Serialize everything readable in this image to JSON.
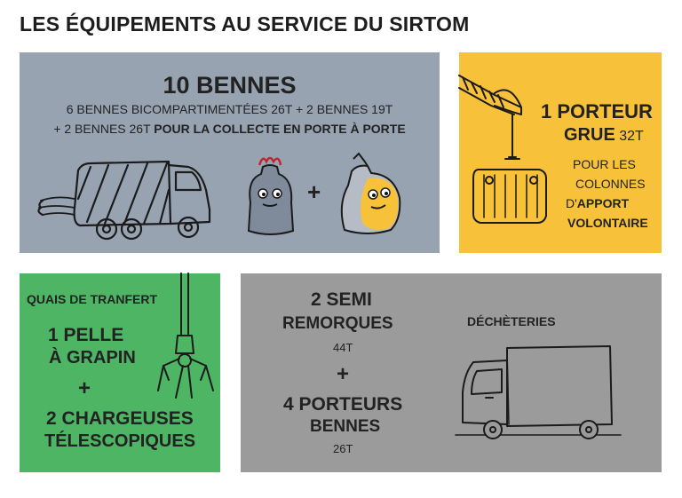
{
  "title": "LES ÉQUIPEMENTS AU SERVICE DU SIRTOM",
  "bennes": {
    "heading": "10 BENNES",
    "line1": "6 BENNES BICOMPARTIMENTÉES 26T + 2 BENNES 19T",
    "line2_plain": "+ 2 BENNES 26T ",
    "line2_bold": "POUR LA COLLECTE EN PORTE À PORTE",
    "plus": "+"
  },
  "grue": {
    "count": "1",
    "porteur": " PORTEUR",
    "grue": "GRUE",
    "tonnage": " 32T",
    "pour_les": "POUR LES",
    "colonnes": "COLONNES",
    "d": "D'",
    "apport": "APPORT",
    "volontaire": "VOLONTAIRE"
  },
  "quais": {
    "heading": "QUAIS DE TRANFERT",
    "pelle_count": "1",
    "pelle": " PELLE",
    "grapin": "À GRAPIN",
    "plus": "+",
    "charg_count": "2",
    "chargeuses": " CHARGEUSES",
    "telescopiques": "TÉLESCOPIQUES"
  },
  "semi": {
    "count": "2",
    "semi": " SEMI",
    "remorques": "REMORQUES",
    "tonnage_semi": "44T",
    "plus": "+",
    "porteurs_count": "4",
    "porteurs": " PORTEURS",
    "bennes": "BENNES",
    "tonnage_bennes": "26T",
    "decheteries": "DÉCHÈTERIES"
  },
  "colors": {
    "bennes_bg": "#98a3b2",
    "grue_bg": "#f7c23a",
    "quais_bg": "#4db563",
    "semi_bg": "#9b9b9b",
    "text": "#222222"
  }
}
